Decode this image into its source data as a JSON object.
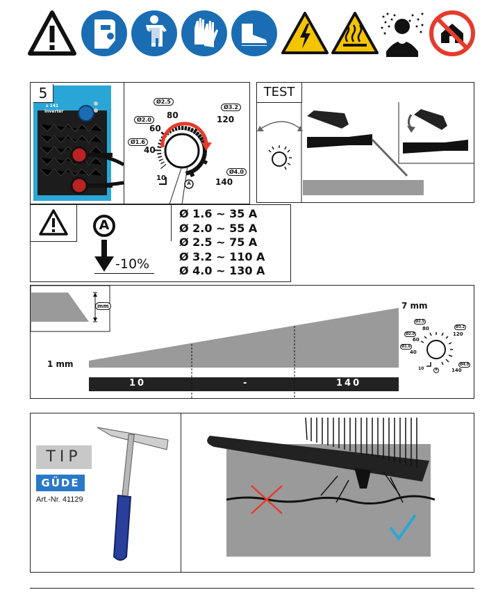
{
  "panel_number": "5",
  "test_label": "TEST",
  "machine_label": "Inverter",
  "machine_model": "s 141",
  "dial": {
    "scale_labels": [
      "10",
      "40",
      "60",
      "80",
      "120",
      "140"
    ],
    "diameter_labels": [
      "Ø1.6",
      "Ø2.0",
      "Ø2.5",
      "Ø3.2",
      "Ø4.0"
    ],
    "amp_symbol": "A"
  },
  "reduction": {
    "symbol": "A",
    "value": "-10%"
  },
  "amperage_table": [
    "Ø 1.6 ~ 35 A",
    "Ø 2.0 ~ 55 A",
    "Ø 2.5 ~ 75 A",
    "Ø 3.2 ~ 110 A",
    "Ø 4.0 ~ 130 A"
  ],
  "thickness": {
    "min_label": "1 mm",
    "max_label": "7 mm",
    "unit_marker": "mm",
    "bar_labels": [
      "10",
      "-",
      "140"
    ]
  },
  "tip": {
    "label": "TIP",
    "brand": "GÜDE",
    "article": "Art.-Nr. 41129"
  },
  "icons": [
    "warning-icon",
    "face-shield-icon",
    "apron-icon",
    "gloves-icon",
    "safety-boots-icon",
    "electric-hazard-icon",
    "hot-surface-icon",
    "fumes-icon",
    "no-indoor-icon"
  ],
  "colors": {
    "blue": "#1b6db3",
    "red": "#e53b2c",
    "yellow": "#f5c400",
    "dark": "#222222",
    "gray": "#9a9a9a",
    "cyan": "#2aa6d6"
  }
}
